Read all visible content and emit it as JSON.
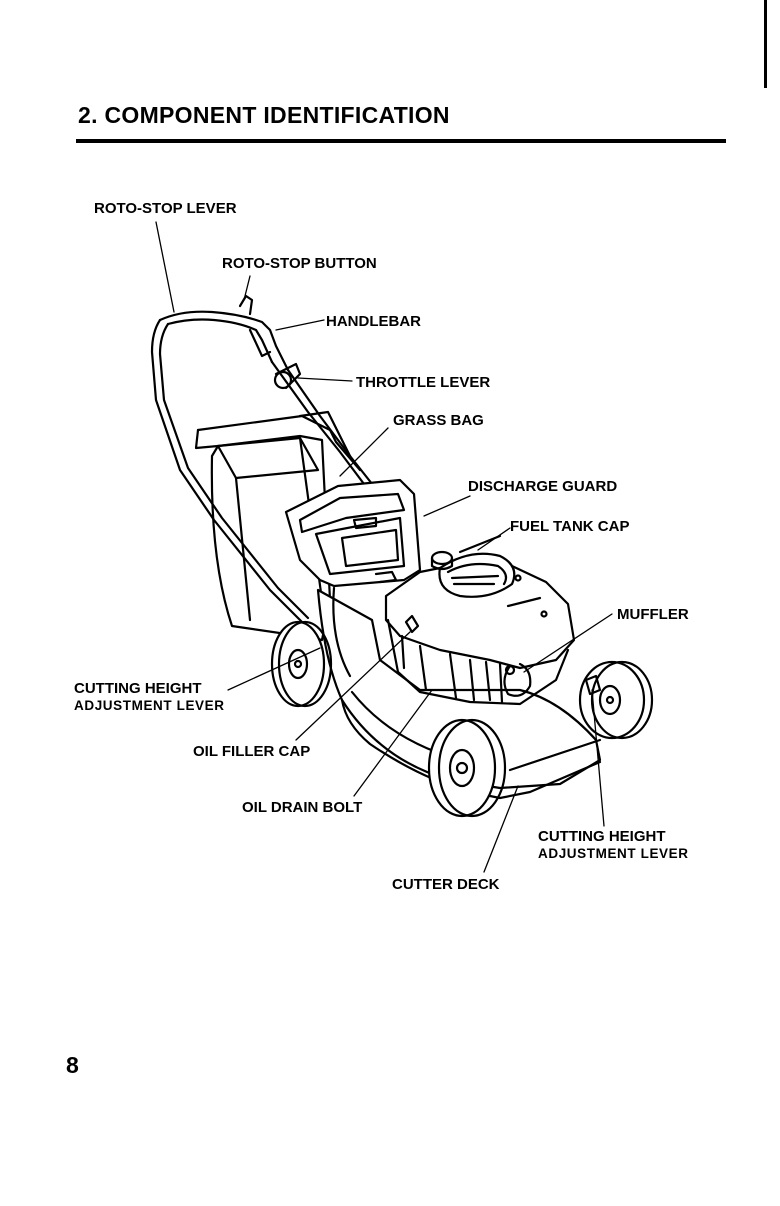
{
  "page": {
    "title": "2. COMPONENT IDENTIFICATION",
    "page_number": "8"
  },
  "labels": {
    "roto_stop_lever": "ROTO-STOP LEVER",
    "roto_stop_button": "ROTO-STOP BUTTON",
    "handlebar": "HANDLEBAR",
    "throttle_lever": "THROTTLE LEVER",
    "grass_bag": "GRASS BAG",
    "discharge_guard": "DISCHARGE GUARD",
    "fuel_tank_cap": "FUEL TANK CAP",
    "muffler": "MUFFLER",
    "cutting_height_left_1": "CUTTING HEIGHT",
    "cutting_height_left_2": "ADJUSTMENT LEVER",
    "oil_filler_cap": "OIL FILLER CAP",
    "oil_drain_bolt": "OIL DRAIN BOLT",
    "cutting_height_right_1": "CUTTING HEIGHT",
    "cutting_height_right_2": "ADJUSTMENT LEVER",
    "cutter_deck": "CUTTER DECK"
  }
}
